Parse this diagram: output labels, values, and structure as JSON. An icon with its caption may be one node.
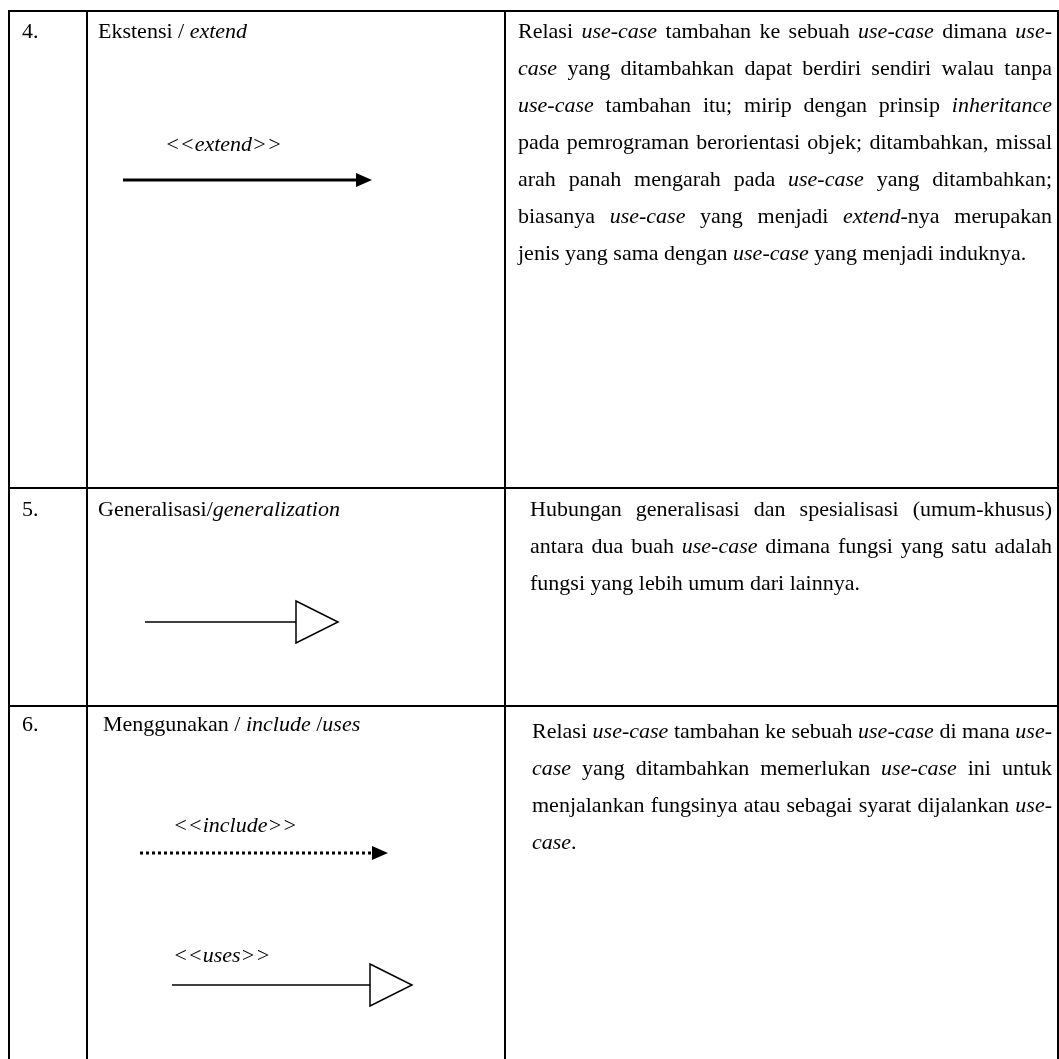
{
  "diagram": {
    "labels": [
      "4.",
      "Ekstensi / *extend*",
      "<<extend>>",
      "Relasi *use-case* tambahan ke sebuah *use-case* dimana *use-case* yang ditambahkan dapat berdiri sendiri walau tanpa *use-case* tambahan itu; mirip dengan prinsip *inheritance* pada pemrograman berorientasi objek; ditambahkan, missal arah panah mengarah pada *use-case* yang ditambahkan; biasanya *use-case* yang menjadi *extend*-nya merupakan jenis yang sama dengan *use-case* yang menjadi induknya.",
      "5.",
      "Generalisasi/*generalization*",
      "Hubungan generalisasi dan spesialisasi (umum-khusus) antara dua buah *use-case* dimana fungsi yang satu adalah fungsi yang lebih umum dari lainnya.",
      "6.",
      "Menggunakan / *include* /*uses*",
      "<<include>>",
      "<<uses>>",
      "Relasi *use-case* tambahan ke sebuah *use-case* di mana *use-case* yang ditambahkan memerlukan *use-case* ini untuk menjalankan fungsinya atau sebagai syarat dijalankan *use-case*."
    ]
  }
}
